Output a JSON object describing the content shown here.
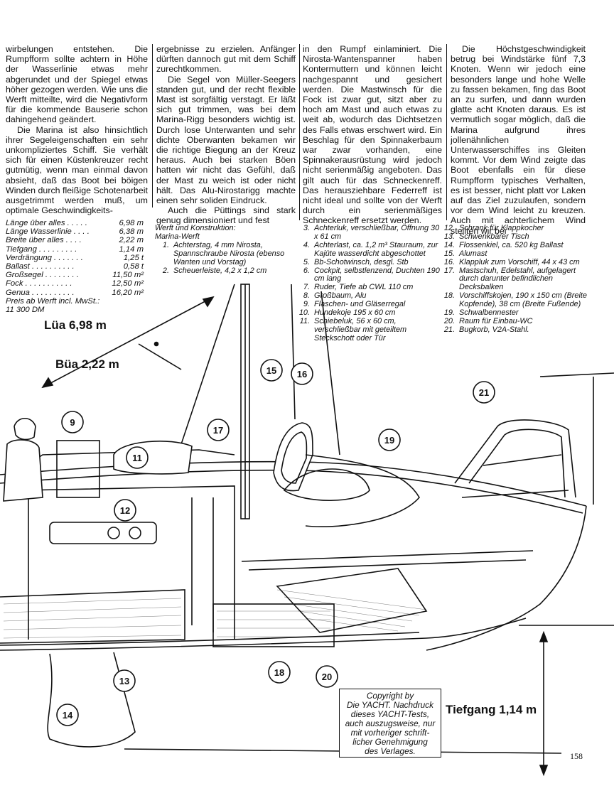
{
  "text_columns": [
    {
      "paragraphs": [
        "wirbelungen entstehen. Die Rumpfform sollte achtern in Höhe der Wasserlinie etwas mehr abgerundet und der Spiegel etwas höher gezogen werden. Wie uns die Werft mitteilte, wird die Negativform für die kommende Bauserie schon dahingehend geändert.",
        "Die Marina ist also hinsichtlich ihrer Segeleigenschaften ein sehr unkompliziertes Schiff. Sie verhält sich für einen Küstenkreuzer recht gutmütig, wenn man einmal davon absieht, daß das Boot bei böigen Winden durch fleißige Schotenarbeit ausgetrimmt werden muß, um optimale Geschwindigkeits-"
      ]
    },
    {
      "paragraphs": [
        "ergebnisse zu erzielen. Anfänger dürften dannoch gut mit dem Schiff zurechtkommen.",
        "Die Segel von Müller-Seegers standen gut, und der recht flexible Mast ist sorgfältig verstagt. Er läßt sich gut trimmen, was bei dem Marina-Rigg besonders wichtig ist. Durch lose Unterwanten und sehr dichte Oberwanten bekamen wir die richtige Biegung an der Kreuz heraus. Auch bei starken Böen hatten wir nicht das Gefühl, daß der Mast zu weich ist oder nicht hält. Das Alu-Nirostarigg machte einen sehr soliden Eindruck.",
        "Auch die Püttings sind stark genug dimensioniert und fest"
      ]
    },
    {
      "paragraphs": [
        "in den Rumpf einlaminiert. Die Nirosta-Wantenspanner haben Kontermuttern und können leicht nachgespannt und gesichert werden. Die Mastwinsch für die Fock ist zwar gut, sitzt aber zu hoch am Mast und auch etwas zu weit ab, wodurch das Dichtsetzen des Falls etwas erschwert wird. Ein Beschlag für den Spinnakerbaum war zwar vorhanden, eine Spinnakerausrüstung wird jedoch nicht serienmäßig angeboten. Das gilt auch für das Schneckenreff. Das herausziehbare Federreff ist nicht ideal und sollte von der Werft durch ein serienmäßiges Schneckenreff ersetzt werden."
      ]
    },
    {
      "paragraphs": [
        "Die Höchstgeschwindigkeit betrug bei Windstärke fünf 7,3 Knoten. Wenn wir jedoch eine besonders lange und hohe Welle zu fassen bekamen, fing das Boot an zu surfen, und dann wurden glatte acht Knoten daraus. Es ist vermutlich sogar möglich, daß die Marina aufgrund ihres jollenähnlichen Unterwasserschiffes ins Gleiten kommt. Vor dem Wind zeigte das Boot ebenfalls ein für diese Rumpfform typisches Verhalten, es ist besser, nicht platt vor Laken auf das Ziel zuzulaufen, sondern vor dem Wind leicht zu kreuzen. Auch mit achterlichem Wind stellten wir bei"
      ]
    }
  ],
  "specs": {
    "rows": [
      {
        "label": "Länge über alles . . . . .",
        "value": "6,98 m"
      },
      {
        "label": "Länge Wasserlinie . . . .",
        "value": "6,38 m"
      },
      {
        "label": "Breite über alles . . . .",
        "value": "2,22 m"
      },
      {
        "label": "Tiefgang . . . . . . . . .",
        "value": "1,14 m"
      },
      {
        "label": "Verdrängung . . . . . . .",
        "value": "1,25 t"
      },
      {
        "label": "Ballast . . . . . . . . . .",
        "value": "0,58 t"
      },
      {
        "label": "Großsegel . . . . . . . .",
        "value": "11,50 m²"
      },
      {
        "label": "Fock . . . . . . . . . . .",
        "value": "12,50 m²"
      },
      {
        "label": "Genua . . . . . . . . . .",
        "value": "16,20 m²"
      }
    ],
    "price_line1": "Preis ab Werft incl. MwSt.:",
    "price_line2": "11 300 DM"
  },
  "legend1": {
    "heading1": "Werft und Konstruktion:",
    "heading2": "Marina-Werft",
    "items": [
      {
        "n": "1.",
        "t": "Achterstag, 4 mm Nirosta, Spannschraube Nirosta (ebenso Wanten und Vorstag)"
      },
      {
        "n": "2.",
        "t": "Scheuerleiste, 4,2 x 1,2 cm"
      }
    ]
  },
  "legend2": {
    "items": [
      {
        "n": "3.",
        "t": "Achterluk, verschließbar, Öffnung 30 x 61 cm"
      },
      {
        "n": "4.",
        "t": "Achterlast, ca. 1,2 m³ Stauraum, zur Kajüte wasserdicht abgeschottet"
      },
      {
        "n": "5.",
        "t": "Bb-Schotwinsch, desgl. Stb"
      },
      {
        "n": "6.",
        "t": "Cockpit, selbstlenzend, Duchten 190 cm lang"
      },
      {
        "n": "7.",
        "t": "Ruder, Tiefe ab CWL 110 cm"
      },
      {
        "n": "8.",
        "t": "Großbaum, Alu"
      },
      {
        "n": "9.",
        "t": "Flaschen- und Gläserregal"
      },
      {
        "n": "10.",
        "t": "Hundekoje 195 x 60 cm"
      },
      {
        "n": "11.",
        "t": "Schiebeluk, 56 x 60 cm, verschließbar mit geteiltem Steckschott oder Tür"
      }
    ]
  },
  "legend3": {
    "items": [
      {
        "n": "12.",
        "t": "Schrank für Klappkocher"
      },
      {
        "n": "13.",
        "t": "Schwenkbarer Tisch"
      },
      {
        "n": "14.",
        "t": "Flossenkiel, ca. 520 kg Ballast"
      },
      {
        "n": "15.",
        "t": "Alumast"
      },
      {
        "n": "16.",
        "t": "Klappluk zum Vorschiff, 44 x 43 cm"
      },
      {
        "n": "17.",
        "t": "Mastschuh, Edelstahl, aufgelagert durch darunter befindlichen Decksbalken"
      },
      {
        "n": "18.",
        "t": "Vorschiffskojen, 190 x 150 cm (Breite Kopfende), 38 cm (Breite Fußende)"
      },
      {
        "n": "19.",
        "t": "Schwalbennester"
      },
      {
        "n": "20.",
        "t": "Raum für Einbau-WC"
      },
      {
        "n": "21.",
        "t": "Bugkorb, V2A-Stahl."
      }
    ]
  },
  "dimensions": {
    "loa": "Lüa 6,98 m",
    "boa": "Büa 2,22 m",
    "draft": "Tiefgang 1,14 m"
  },
  "callouts": [
    "9",
    "11",
    "12",
    "13",
    "14",
    "15",
    "16",
    "17",
    "18",
    "19",
    "20",
    "21"
  ],
  "copyright": {
    "lines": [
      "Copyright by",
      "Die YACHT. Nachdruck",
      "dieses YACHT-Tests,",
      "auch auszugsweise, nur",
      "mit vorheriger schrift-",
      "licher Genehmigung",
      "des Verlages."
    ]
  },
  "page_number": "158"
}
